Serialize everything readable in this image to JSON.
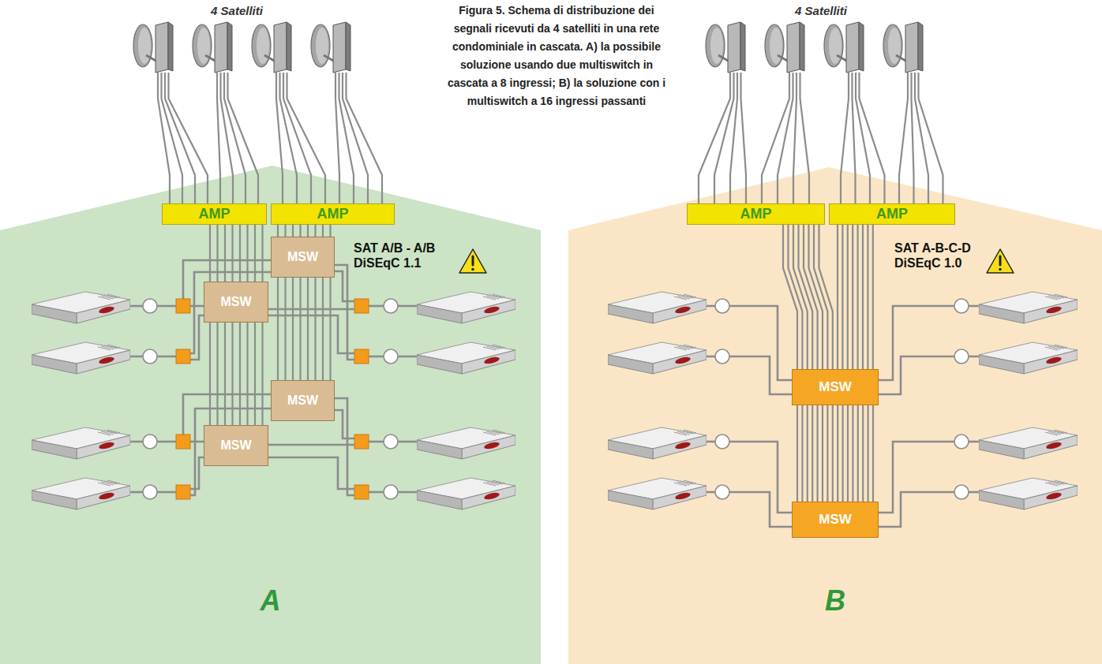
{
  "diagram": {
    "caption": "Figura 5. Schema di distribuzione dei segnali ricevuti da 4 satelliti in una rete condominiale in cascata. A) la possibile soluzione usando due multiswitch in cascata a 8 ingressi; B) la soluzione con i multiswitch a 16 ingressi passanti",
    "nodes": [
      {
        "text": [
          "A"
        ]
      },
      {
        "text": [
          "AMP"
        ],
        "in": 0
      },
      {
        "text": [
          "AMP"
        ],
        "in": 0
      },
      {
        "text": [
          "MSW"
        ],
        "in": 0
      },
      {
        "text": [
          "MSW"
        ],
        "in": 0
      },
      {
        "text": [
          "MSW"
        ],
        "in": 0
      },
      {
        "text": [
          "MSW"
        ],
        "in": 0
      },
      {
        "text": [
          "B"
        ]
      },
      {
        "text": [
          "AMP"
        ],
        "in": 7
      },
      {
        "text": [
          "AMP"
        ],
        "in": 7
      },
      {
        "text": [
          "MSW"
        ],
        "in": 7
      },
      {
        "text": [
          "MSW"
        ],
        "in": 7
      }
    ],
    "edges": [
      {
        "from": 1,
        "to": 4,
        "arrow": "none"
      },
      {
        "from": 4,
        "to": 6,
        "arrow": "none"
      },
      {
        "from": 2,
        "to": 3,
        "arrow": "none"
      },
      {
        "from": 3,
        "to": 5,
        "arrow": "none"
      },
      {
        "from": 8,
        "to": 10,
        "arrow": "none"
      },
      {
        "from": 9,
        "to": 10,
        "arrow": "none"
      },
      {
        "from": 10,
        "to": 11,
        "arrow": "none"
      }
    ],
    "labels": [
      "4 Satelliti",
      "4 Satelliti",
      "SAT A/B - A/B DiSEqC 1.1",
      "SAT A-B-C-D DiSEqC 1.0"
    ]
  }
}
